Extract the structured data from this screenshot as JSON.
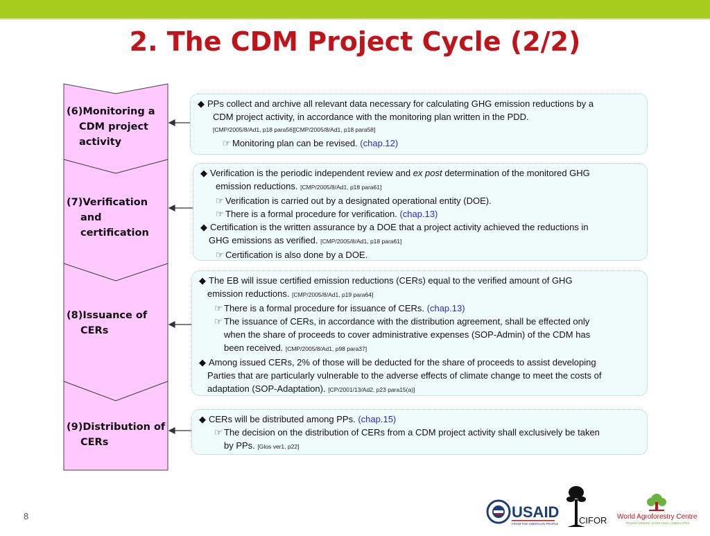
{
  "title": "2. The CDM Project Cycle (2/2)",
  "steps": [
    {
      "lines": [
        "(6)Monitoring a",
        "CDM project",
        "activity"
      ]
    },
    {
      "lines": [
        "(7)Verification",
        "and",
        "certification"
      ]
    },
    {
      "lines": [
        "(8)Issuance of",
        "CERs"
      ]
    },
    {
      "lines": [
        "(9)Distribution of",
        "CERs"
      ]
    }
  ],
  "box6": {
    "b1": "PPs collect and archive all relevant data necessary for calculating GHG emission reductions by a",
    "b1b": "CDM project activity, in accordance with the monitoring plan written in the PDD.",
    "ref1": "[CMP/2005/8/Ad1, p18 para56][CMP/2005/8/Ad1, p18 para58]",
    "s1": "Monitoring plan can be revised.",
    "s1chap": "(chap.12)"
  },
  "box7": {
    "b1a": "Verification is the periodic independent review and ",
    "b1em": "ex post",
    "b1c": " determination of the monitored GHG",
    "b1b": "emission reductions.",
    "ref1": "[CMP/2005/8/Ad1, p18 para61]",
    "s1": "Verification is carried out by a designated operational entity (DOE).",
    "s2": "There is a formal procedure for verification.",
    "s2chap": "(chap.13)",
    "b2": "Certification is the written assurance by a DOE that a project activity achieved the reductions in",
    "b2b": "GHG emissions as verified.",
    "ref2": "[CMP/2005/8/Ad1, p18 para61]",
    "s3": "Certification is also done by a DOE."
  },
  "box8": {
    "b1": "The EB will issue certified emission reductions (CERs) equal to the verified amount of GHG",
    "b1b": "emission reductions.",
    "ref1": "[CMP/2005/8/Ad1, p19 para64]",
    "s1": "There is a formal procedure for issuance of CERs.",
    "s1chap": "(chap.13)",
    "s2": "The issuance of CERs, in accordance with the distribution agreement, shall be effected only",
    "s2b": "when the share of proceeds to cover administrative expenses (SOP-Admin) of the CDM has",
    "s2c": "been received.",
    "ref2": "[CMP/2005/8/Ad1, p98 para37]",
    "b2": "Among issued CERs, 2% of those will be deducted for the share of proceeds to assist developing",
    "b2b": "Parties that are particularly vulnerable to the adverse effects of climate change to meet the costs of",
    "b2c": "adaptation (SOP-Adaptation).",
    "ref3": "[CP/2001/13/Ad2, p23 para15(a)]"
  },
  "box9": {
    "b1": "CERs will be distributed among PPs.",
    "b1chap": "(chap.15)",
    "s1": "The decision on the distribution of CERs from a CDM project activity shall exclusively be taken",
    "s1b": "by PPs.",
    "ref1": "[Glos ver1, p22]"
  },
  "glyphs": {
    "bullet": "◆",
    "pointer": "☞"
  },
  "logos": {
    "usaid": "USAID",
    "usaid_sub": "FROM THE AMERICAN PEOPLE",
    "cifor": "CIFOR",
    "icraf": "World Agroforestry Centre",
    "icraf_sub": "TRANSFORMING LIVES AND LANDSCAPES"
  },
  "page_number": "8",
  "colors": {
    "topbar": "#a6cc1e",
    "title": "#c0141b",
    "flow_fill": "#ffc8ff",
    "chap": "#2a2ad0",
    "box_bg": "#f0fbfb"
  }
}
